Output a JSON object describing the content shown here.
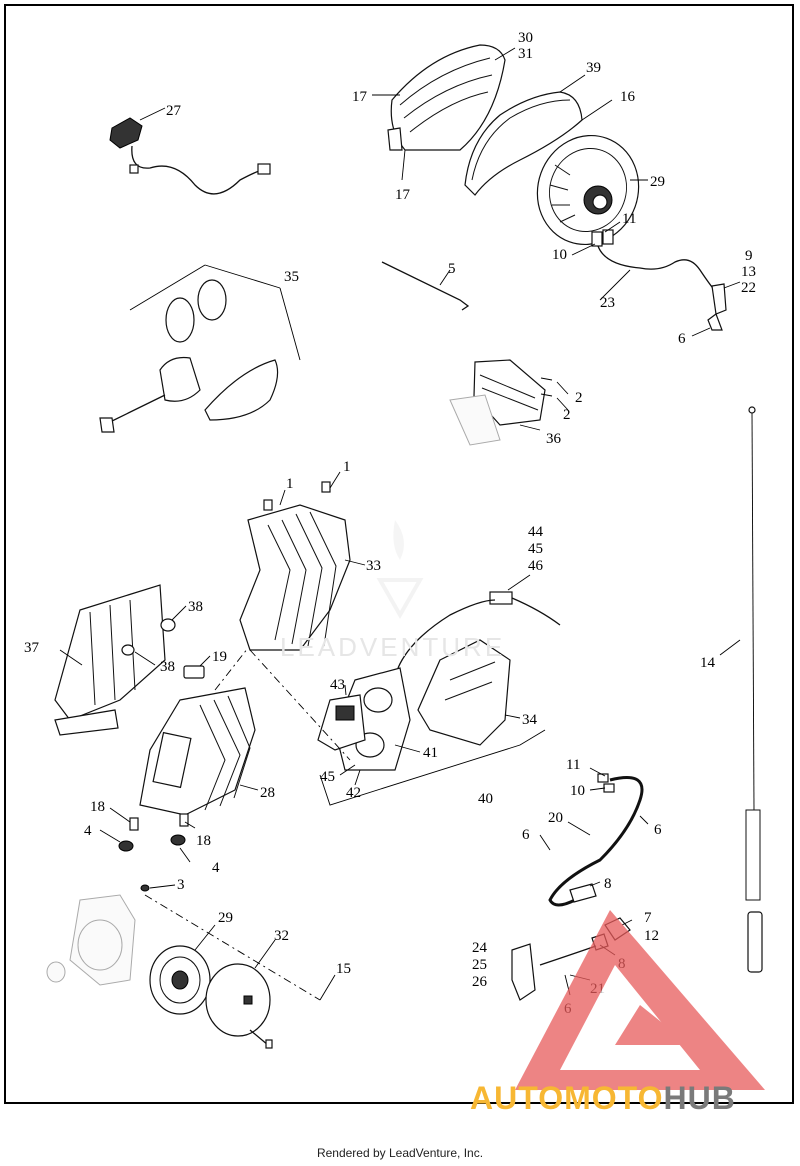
{
  "watermark": {
    "center_text": "LEADVENTURE",
    "brand_part_1": "AUTOMOTO",
    "brand_part_2": "HUB"
  },
  "footer": {
    "text": "Rendered by LeadVenture, Inc."
  },
  "colors": {
    "frame": "#000000",
    "logo_red": "#e85b5b",
    "brand_orange": "#f7b733",
    "brand_grey": "#7a7a7a"
  },
  "callouts": {
    "c27": "27",
    "c30": "30",
    "c31": "31",
    "c39": "39",
    "c17a": "17",
    "c17b": "17",
    "c16": "16",
    "c29a": "29",
    "c11a": "11",
    "c10a": "10",
    "c9": "9",
    "c13": "13",
    "c22": "22",
    "c23": "23",
    "c6a": "6",
    "c5": "5",
    "c35": "35",
    "c2a": "2",
    "c2b": "2",
    "c36": "36",
    "c1a": "1",
    "c1b": "1",
    "c44": "44",
    "c45a": "45",
    "c46": "46",
    "c33": "33",
    "c38a": "38",
    "c37": "37",
    "c38b": "38",
    "c19": "19",
    "c14": "14",
    "c43": "43",
    "c34": "34",
    "c41": "41",
    "c45b": "45",
    "c42": "42",
    "c40": "40",
    "c28": "28",
    "c11b": "11",
    "c10b": "10",
    "c18a": "18",
    "c4a": "4",
    "c18b": "18",
    "c4b": "4",
    "c20": "20",
    "c6b": "6",
    "c6c": "6",
    "c8a": "8",
    "c3": "3",
    "c29b": "29",
    "c32": "32",
    "c7": "7",
    "c12": "12",
    "c24": "24",
    "c25": "25",
    "c26": "26",
    "c8b": "8",
    "c21": "21",
    "c15": "15",
    "c6d": "6"
  }
}
